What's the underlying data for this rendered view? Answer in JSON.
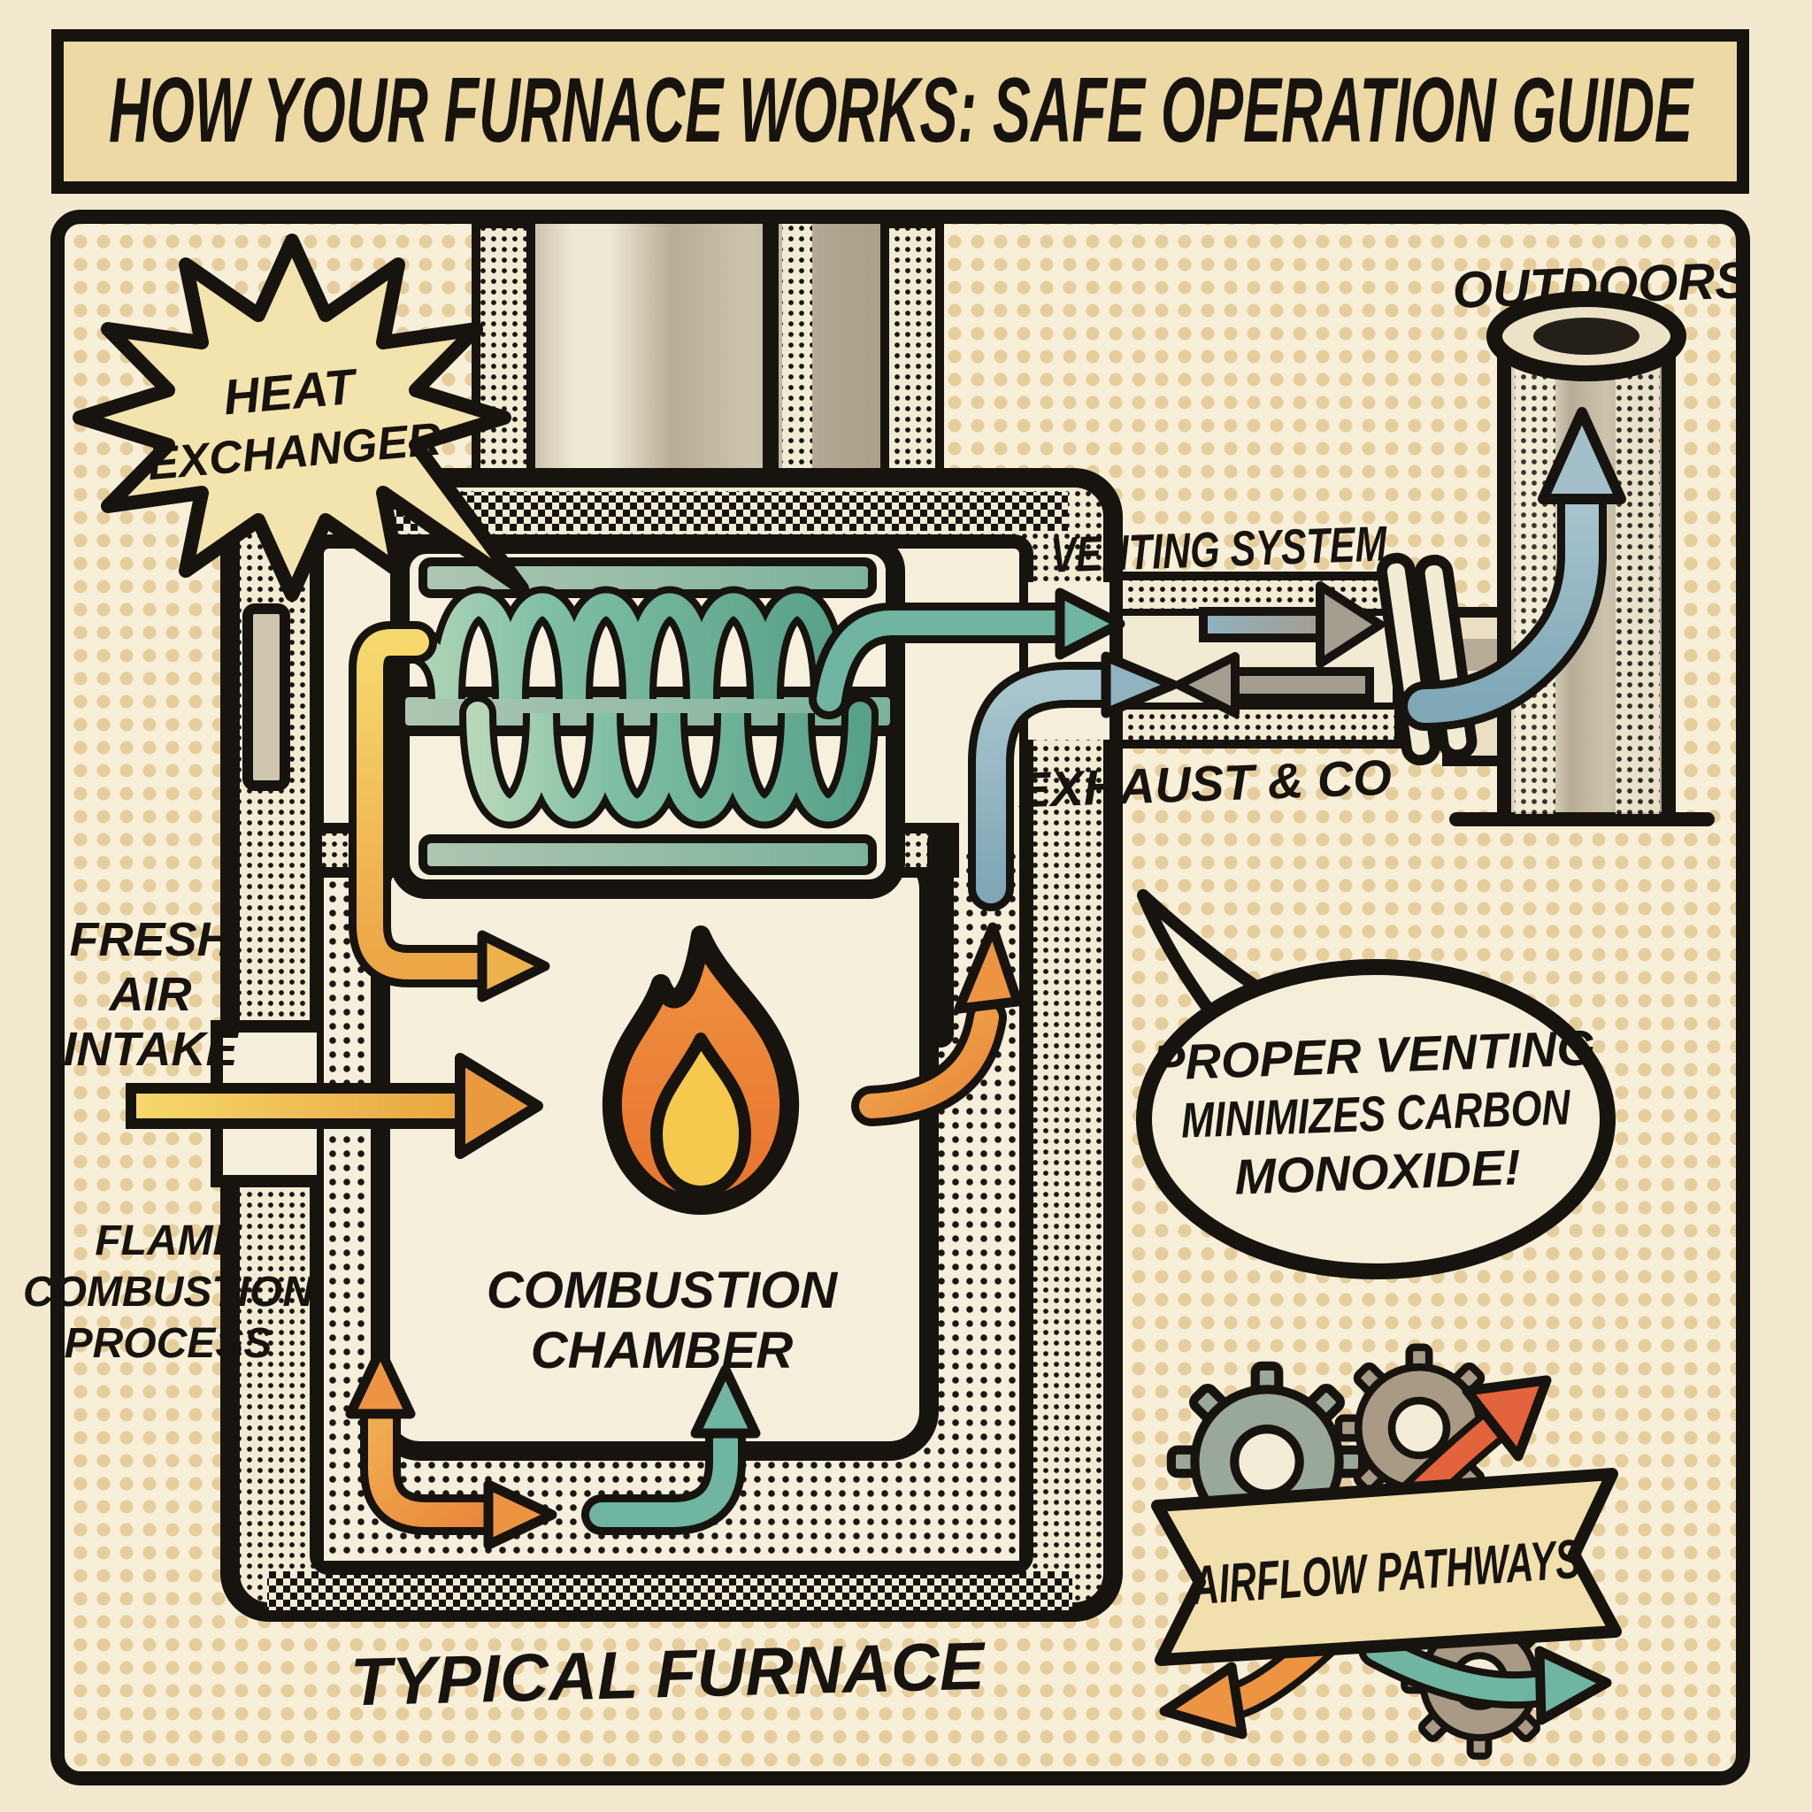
{
  "title": "HOW YOUR FURNACE WORKS: SAFE OPERATION GUIDE",
  "labels": {
    "heat_exchanger": [
      "HEAT",
      "EXCHANGER"
    ],
    "outdoors": "OUTDOORS",
    "venting_system": "VENTING SYSTEM",
    "exhaust_co": "EXHAUST & CO",
    "fresh_air_intake": [
      "FRESH",
      "AIR",
      "INTAKE"
    ],
    "flame_combustion_process": [
      "FLAME",
      "COMBUSTION",
      "PROCESS"
    ],
    "combustion_chamber": [
      "COMBUSTION",
      "CHAMBER"
    ],
    "typical_furnace": "TYPICAL FURNACE"
  },
  "speech_bubble": {
    "lines": [
      "PROPER VENTING",
      "MINIMIZES CARBON",
      "MONOXIDE!"
    ]
  },
  "banner": {
    "label": "AIRFLOW PATHWAYS"
  },
  "colors": {
    "paper": "#F2E9CF",
    "panel_bg": "#F7EFD7",
    "panel_dot": "#E6CD9C",
    "ink": "#17130F",
    "banner_bg": "#EDD9A4",
    "teal": "#6FB5A2",
    "teal_dark": "#58A189",
    "yellow": "#F2C94C",
    "orange": "#E98A3C",
    "orange_red": "#E2633C",
    "blue_gray": "#8FB3C0",
    "gray": "#A59D90",
    "metal": "#C2B8A2",
    "flame_orange": "#ED7F33",
    "flame_yellow": "#F5C94E"
  }
}
